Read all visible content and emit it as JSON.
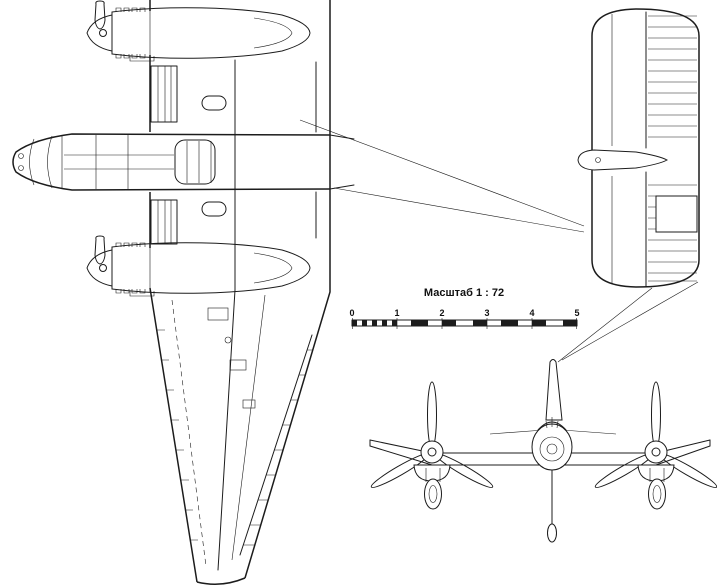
{
  "drawing": {
    "background": "#ffffff",
    "ink": "#1c1c1c"
  },
  "scale_bar": {
    "title": "Масштаб 1 : 72",
    "ticks": [
      "0",
      "1",
      "2",
      "3",
      "4",
      "5"
    ]
  }
}
